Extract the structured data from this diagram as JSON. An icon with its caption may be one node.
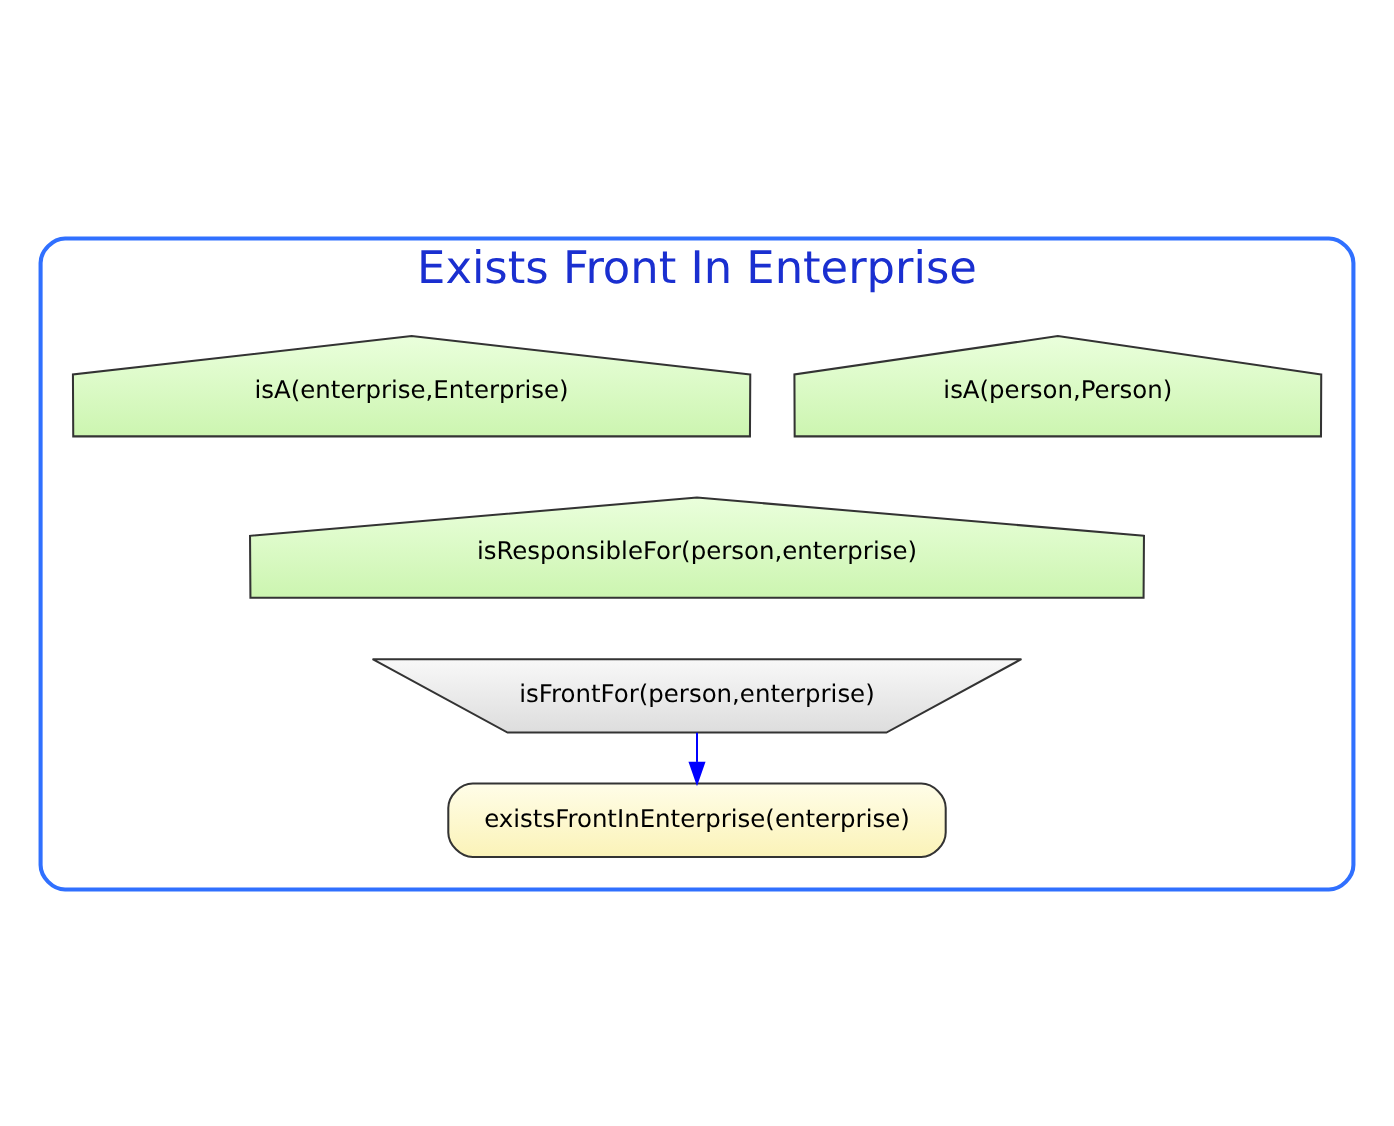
{
  "diagram": {
    "nodes": [
      {
        "text": [
          "Exists Front In Enterprise"
        ]
      },
      {
        "text": [
          "isA(person,Person)"
        ],
        "in": 0
      },
      {
        "text": [
          "isA(enterprise,Enterprise)"
        ],
        "in": 0
      },
      {
        "text": [
          "isResponsibleFor(person,enterprise)"
        ],
        "in": 0
      },
      {
        "text": [
          "isFrontFor(person,enterprise)"
        ],
        "in": 0
      },
      {
        "text": [
          "existsFrontInEnterprise(enterprise)"
        ],
        "in": 0
      }
    ],
    "edges": [
      {
        "from": 4,
        "to": 5,
        "arrow": "to",
        "color": "#0000ff"
      }
    ]
  }
}
